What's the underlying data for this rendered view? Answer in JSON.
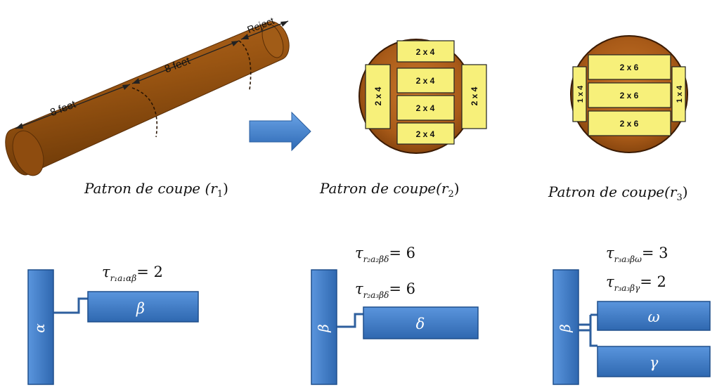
{
  "log_labels": {
    "seg1": "8 feet",
    "seg2": "8 feet",
    "reject": "Reject"
  },
  "pattern_r2": {
    "vertical_boards": [
      "2 x 4",
      "2 x 4"
    ],
    "horizontal_boards": [
      "2 x 4",
      "2 x 4",
      "2 x 4",
      "2 x 4"
    ]
  },
  "pattern_r3": {
    "vertical_boards": [
      "1 x 4",
      "1 x 4"
    ],
    "horizontal_boards": [
      "2 x 6",
      "2 x 6",
      "2 x 6"
    ]
  },
  "captions": {
    "c1_prefix": "Patron de coupe (",
    "c23_prefix": "Patron de coupe(",
    "r": "r",
    "s1": "1",
    "s2": "2",
    "s3": "3",
    "close": ")"
  },
  "diagram1": {
    "tau": "τ",
    "sub": "r₁a₁αβ",
    "rhs": "= 2",
    "parent": "α",
    "child": "β"
  },
  "diagram2": {
    "tau": "τ",
    "sub1": "r₂a₂βδ",
    "rhs1": "= 6",
    "sub2": "r₂a₃βδ",
    "rhs2": "= 6",
    "parent": "β",
    "child": "δ"
  },
  "diagram3": {
    "tau": "τ",
    "sub1": "r₃a₃βω",
    "rhs1": "= 3",
    "sub2": "r₃a₃βγ",
    "rhs2": "= 2",
    "parent": "β",
    "child1": "ω",
    "child2": "γ"
  },
  "colors": {
    "log": "#8a4a0e",
    "wood": "#b5651d",
    "board": "#f7f07a",
    "bar": "#3b78c5",
    "arrow": "#3f7fc6"
  }
}
